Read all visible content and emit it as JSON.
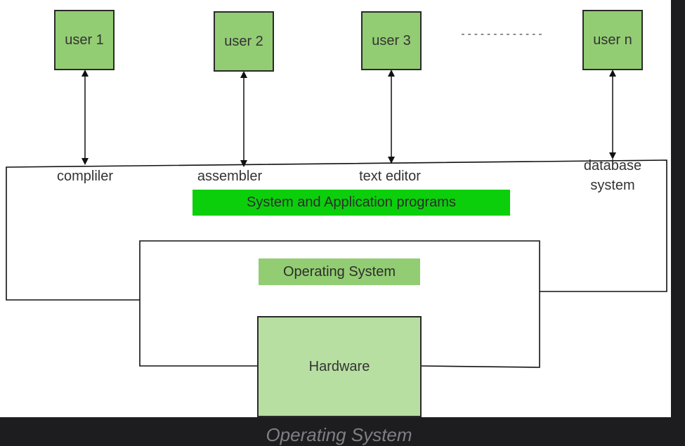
{
  "users": [
    "user 1",
    "user 2",
    "user 3",
    "user n"
  ],
  "ellipsis": "- - - - - - - - - - - - -",
  "programs": [
    "compliler",
    "assembler",
    "text editor",
    "database\nsystem"
  ],
  "system_programs_label": "System and Application programs",
  "os_label": "Operating System",
  "hardware_label": "Hardware",
  "caption": "Operating System",
  "colors": {
    "user_box": "#93cd73",
    "system_programs_banner": "#0ccf0c",
    "os_banner": "#93cd73",
    "hardware_box": "#b7dfa1"
  }
}
